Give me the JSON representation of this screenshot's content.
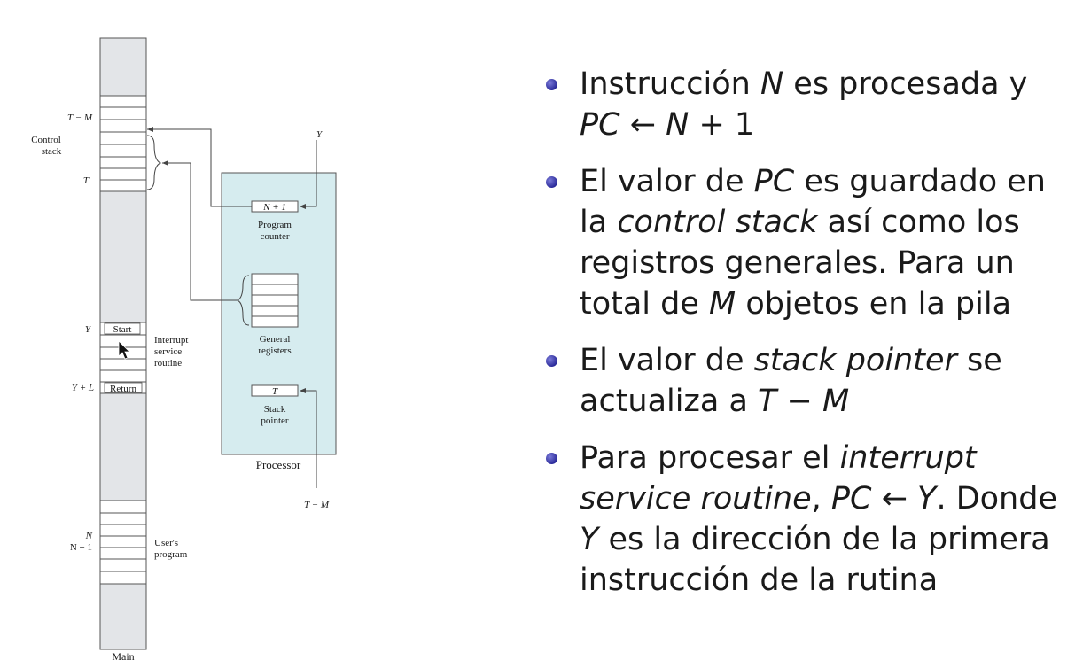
{
  "figure": {
    "memory_caption": "Main",
    "processor_caption": "Processor",
    "control_stack_label": [
      "Control",
      "stack"
    ],
    "addr_T_minus_M": "T − M",
    "addr_T": "T",
    "addr_Y": "Y",
    "addr_Y_plus_L": "Y + L",
    "addr_N": "N",
    "addr_N_plus_1": "N + 1",
    "cell_start": "Start",
    "cell_return": "Return",
    "isr_label": [
      "Interrupt",
      "service",
      "routine"
    ],
    "user_program_label": [
      "User's",
      "program"
    ],
    "pc_value": "N + 1",
    "pc_label": [
      "Program",
      "counter"
    ],
    "gr_label": [
      "General",
      "registers"
    ],
    "sp_value": "T",
    "sp_label": [
      "Stack",
      "pointer"
    ],
    "input_Y": "Y",
    "input_T_minus_M": "T − M"
  },
  "bullets": [
    [
      {
        "t": "Instrucción "
      },
      {
        "t": "N",
        "i": true
      },
      {
        "t": " es procesada y "
      },
      {
        "t": "PC",
        "i": true
      },
      {
        "t": " ← "
      },
      {
        "t": "N",
        "i": true
      },
      {
        "t": " + 1"
      }
    ],
    [
      {
        "t": "El valor de "
      },
      {
        "t": "PC",
        "i": true
      },
      {
        "t": " es guardado en la "
      },
      {
        "t": "control stack",
        "i": true
      },
      {
        "t": " así como los registros generales. Para un total de "
      },
      {
        "t": "M",
        "i": true
      },
      {
        "t": " objetos en la pila"
      }
    ],
    [
      {
        "t": "El valor de "
      },
      {
        "t": "stack pointer",
        "i": true
      },
      {
        "t": " se actualiza a "
      },
      {
        "t": "T",
        "i": true
      },
      {
        "t": " − "
      },
      {
        "t": "M",
        "i": true
      }
    ],
    [
      {
        "t": "Para procesar el "
      },
      {
        "t": "interrupt service routine",
        "i": true
      },
      {
        "t": ", "
      },
      {
        "t": "PC",
        "i": true
      },
      {
        "t": " ← "
      },
      {
        "t": "Y",
        "i": true
      },
      {
        "t": ". Donde "
      },
      {
        "t": "Y",
        "i": true
      },
      {
        "t": " es la dirección de la primera instrucción de la rutina"
      }
    ]
  ]
}
